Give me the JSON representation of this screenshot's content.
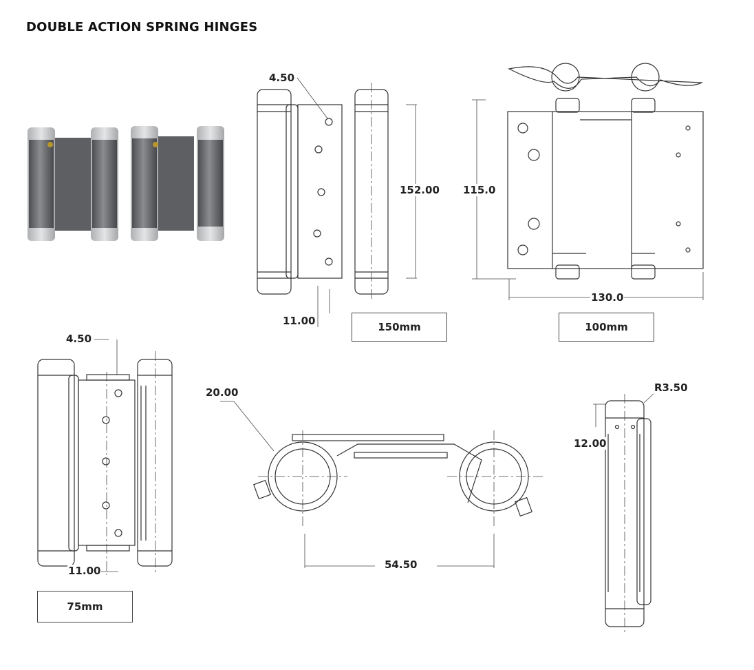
{
  "title": "DOUBLE ACTION SPRING HINGES",
  "drawings": {
    "hinge_150": {
      "size_label": "150mm",
      "hole_dia": "4.50",
      "height": "152.00",
      "offset": "11.00"
    },
    "hinge_100": {
      "size_label": "100mm",
      "height": "115.0",
      "width": "130.0"
    },
    "hinge_75": {
      "size_label": "75mm",
      "hole_dia": "4.50",
      "offset": "11.00"
    },
    "top_view": {
      "barrel_dia": "20.00",
      "centers": "54.50"
    },
    "side_view": {
      "radius": "R3.50",
      "cap": "12.00"
    }
  },
  "colors": {
    "line": "#333333",
    "photo_metal": "#6b6d70",
    "photo_cap": "#c9cacb"
  }
}
